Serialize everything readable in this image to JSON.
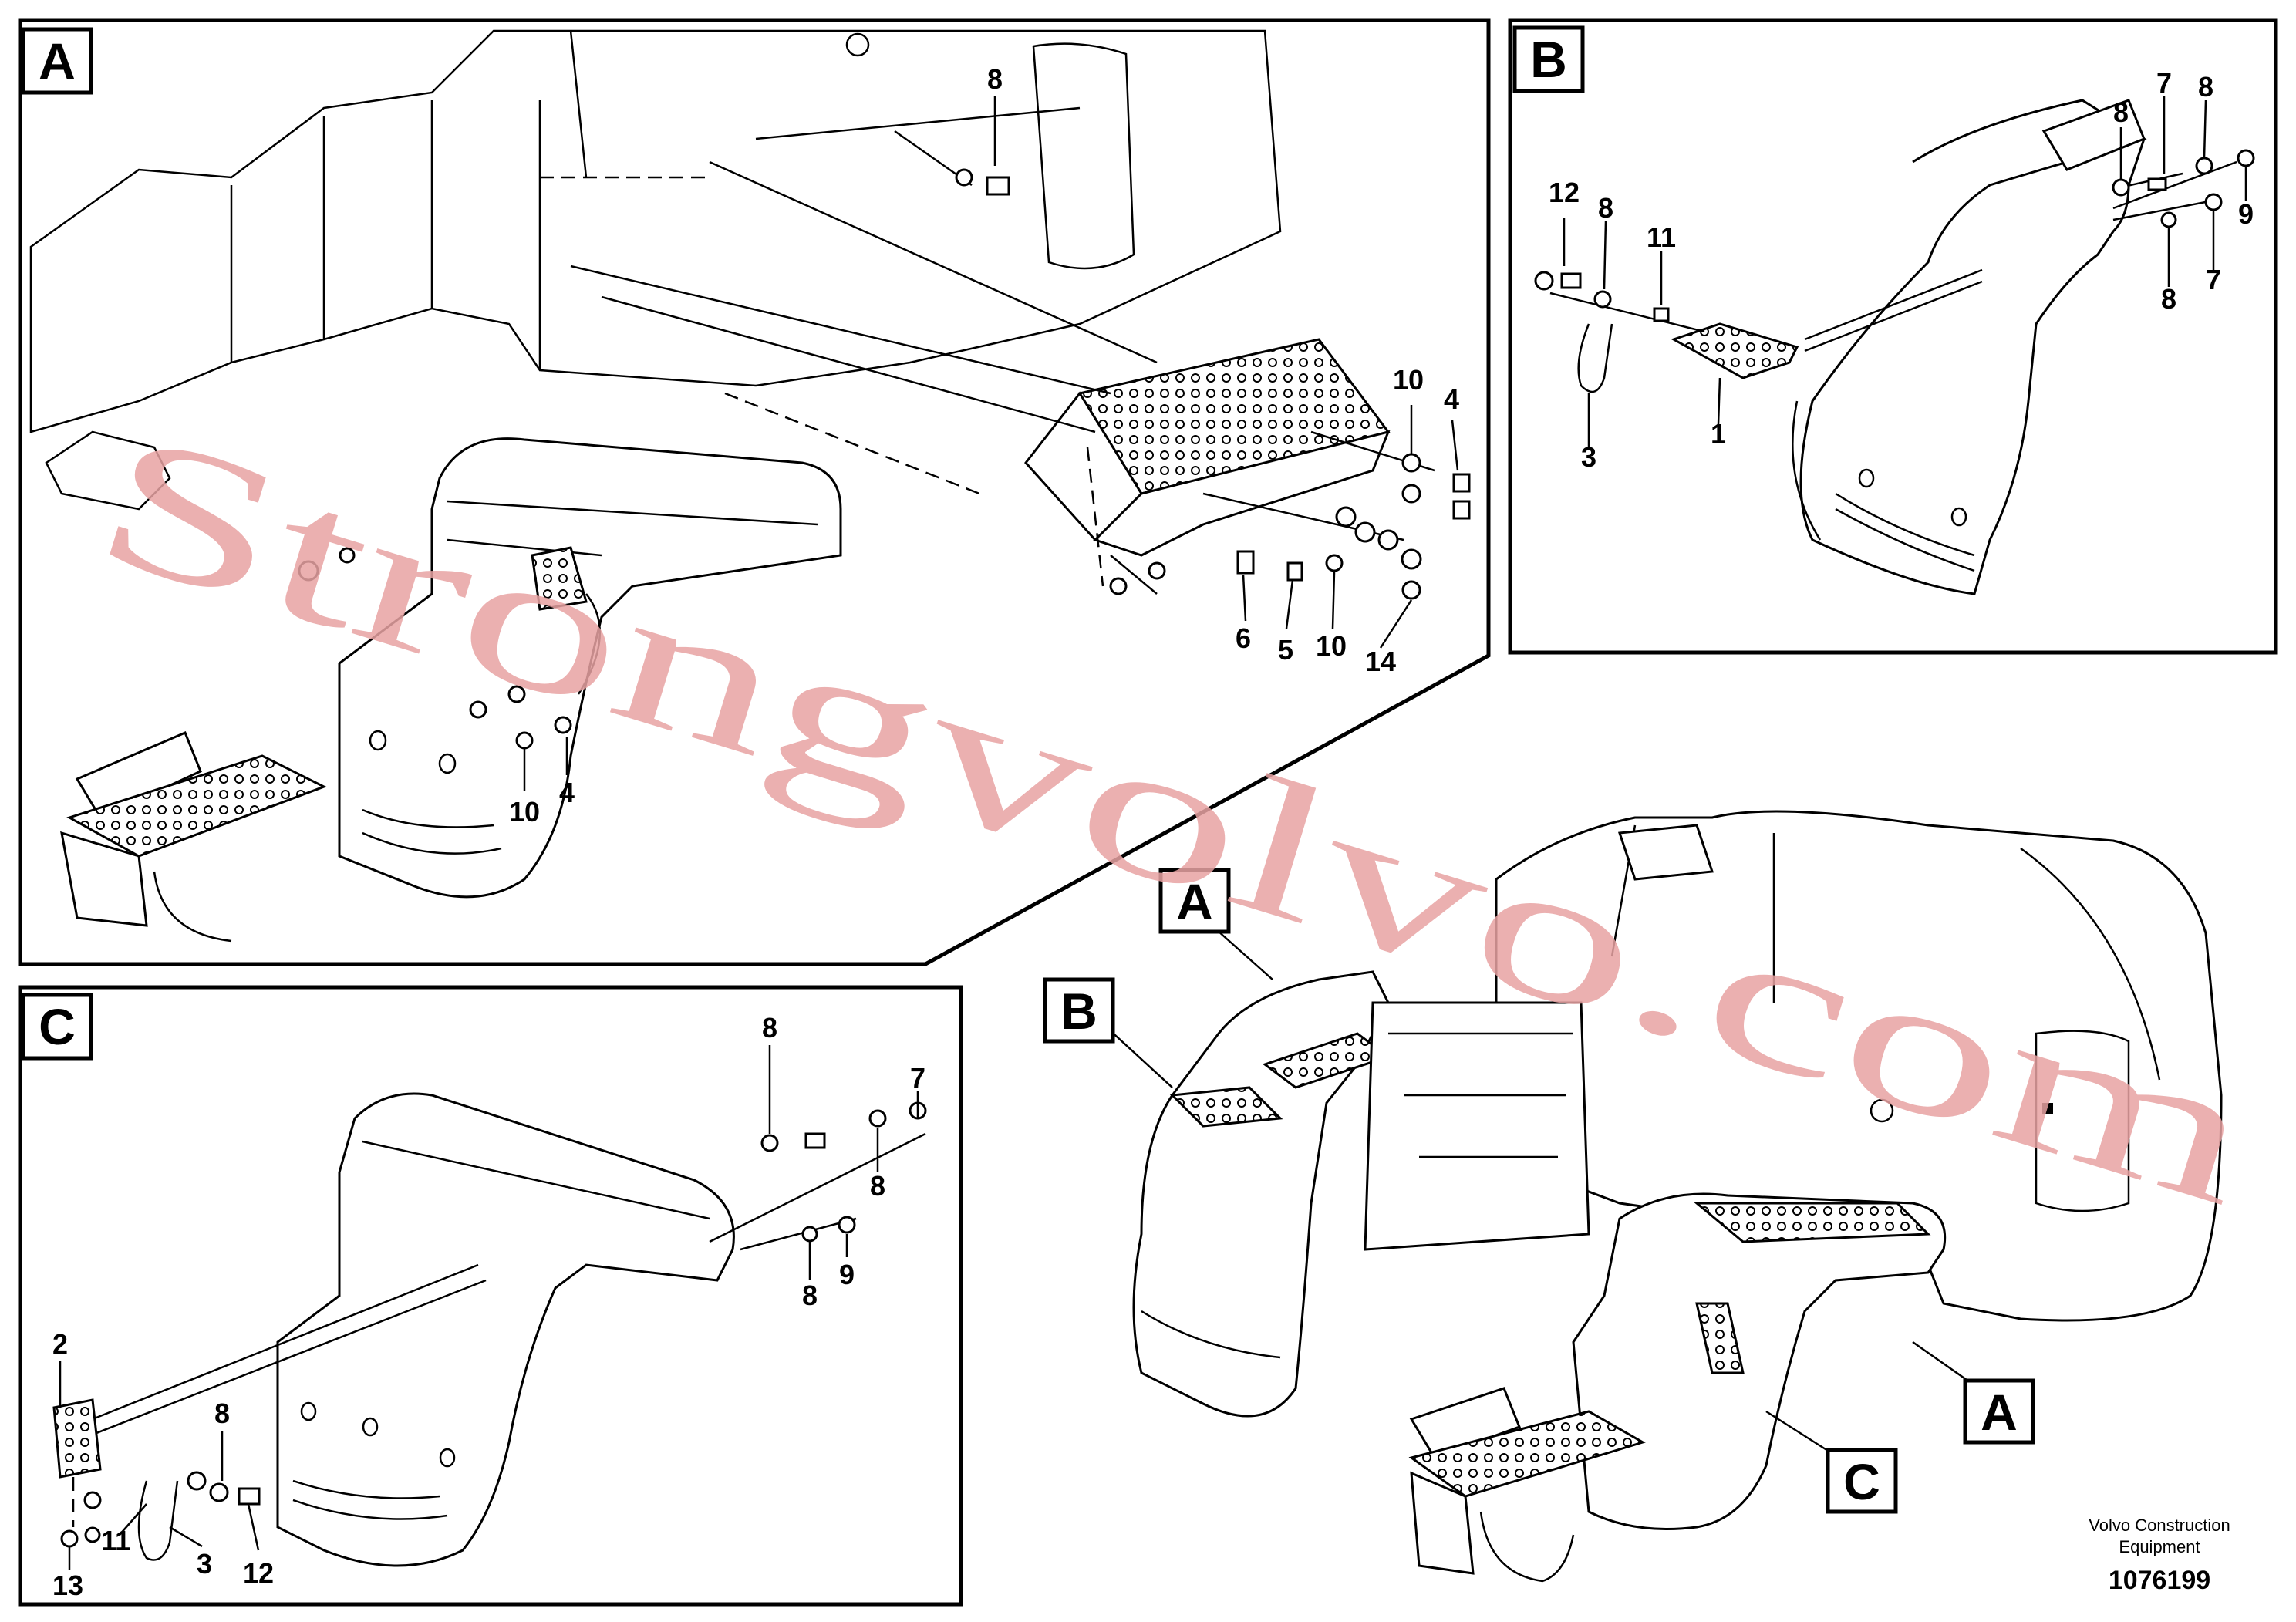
{
  "panels": {
    "A": {
      "letter": "A",
      "numbers": [
        "8",
        "10",
        "4",
        "6",
        "5",
        "10",
        "14",
        "10",
        "4"
      ]
    },
    "B": {
      "letter": "B",
      "numbers": [
        "12",
        "8",
        "11",
        "3",
        "1",
        "8",
        "7",
        "8",
        "9",
        "8",
        "7"
      ]
    },
    "C": {
      "letter": "C",
      "numbers": [
        "8",
        "7",
        "8",
        "8",
        "9",
        "2",
        "8",
        "11",
        "3",
        "12",
        "13"
      ]
    }
  },
  "overview": {
    "callouts": [
      "A",
      "B",
      "A",
      "C"
    ]
  },
  "credit": {
    "line1": "Volvo Construction",
    "line2": "Equipment"
  },
  "doc_number": "1076199",
  "watermark": "Strongvolvo.com"
}
